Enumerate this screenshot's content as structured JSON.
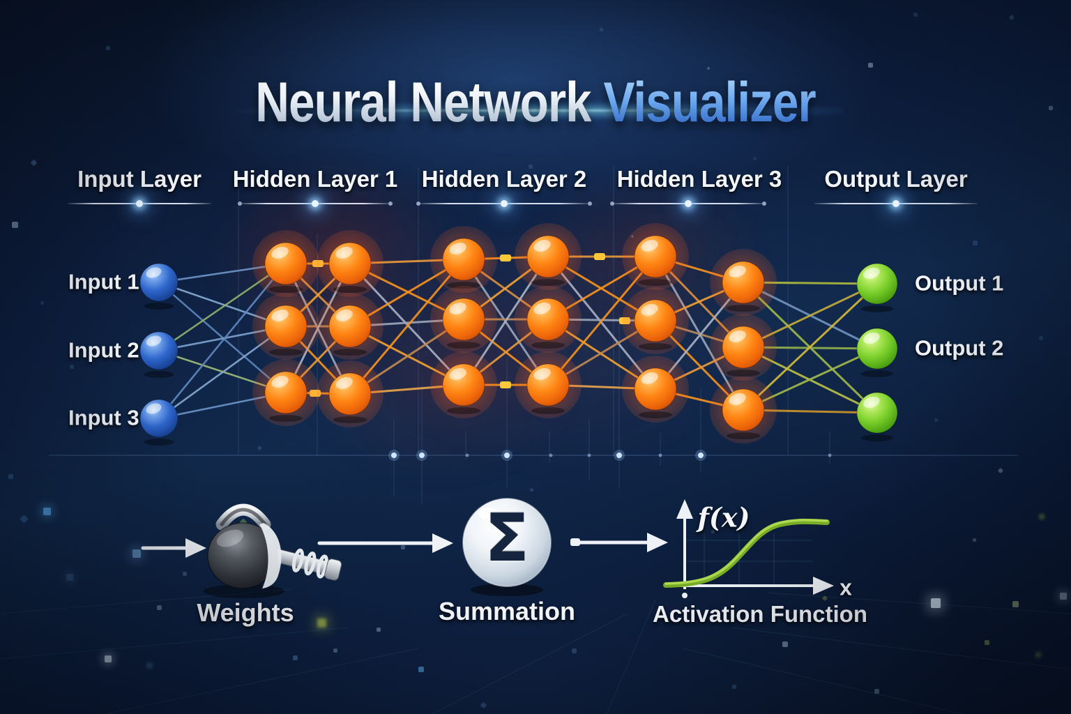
{
  "title": {
    "part1": "Neural Network",
    "part2": "Visualizer"
  },
  "layer_headers": [
    {
      "label": "Input Layer"
    },
    {
      "label": "Hidden Layer 1"
    },
    {
      "label": "Hidden Layer 2"
    },
    {
      "label": "Hidden Layer 3"
    },
    {
      "label": "Output Layer"
    }
  ],
  "input_labels": [
    {
      "label": "Input 1"
    },
    {
      "label": "Input 2"
    },
    {
      "label": "Input 3"
    }
  ],
  "output_labels": [
    {
      "label": "Output 1"
    },
    {
      "label": "Output 2"
    }
  ],
  "network_structure": {
    "input_nodes": 3,
    "hidden_layers": [
      {
        "name": "Hidden Layer 1",
        "nodes": 6
      },
      {
        "name": "Hidden Layer 2",
        "nodes": 6
      },
      {
        "name": "Hidden Layer 3",
        "nodes": 6
      }
    ],
    "output_nodes": 3
  },
  "pipeline": {
    "weights_label": "Weights",
    "summation_label": "Summation",
    "summation_symbol": "Σ",
    "activation_label": "Activation Function",
    "activation_axis_y": "f(x)",
    "activation_axis_x": "x",
    "activation_curve": "sigmoid"
  },
  "colors": {
    "background": "#0d1e3e",
    "input_node": "#2f66cc",
    "hidden_node": "#ff8514",
    "output_node": "#7cd02c",
    "title_accent": "#4f8ce0",
    "connection_warm": "#f5921e",
    "connection_cool": "#6b93c6",
    "connection_out": "#aeb83e"
  }
}
